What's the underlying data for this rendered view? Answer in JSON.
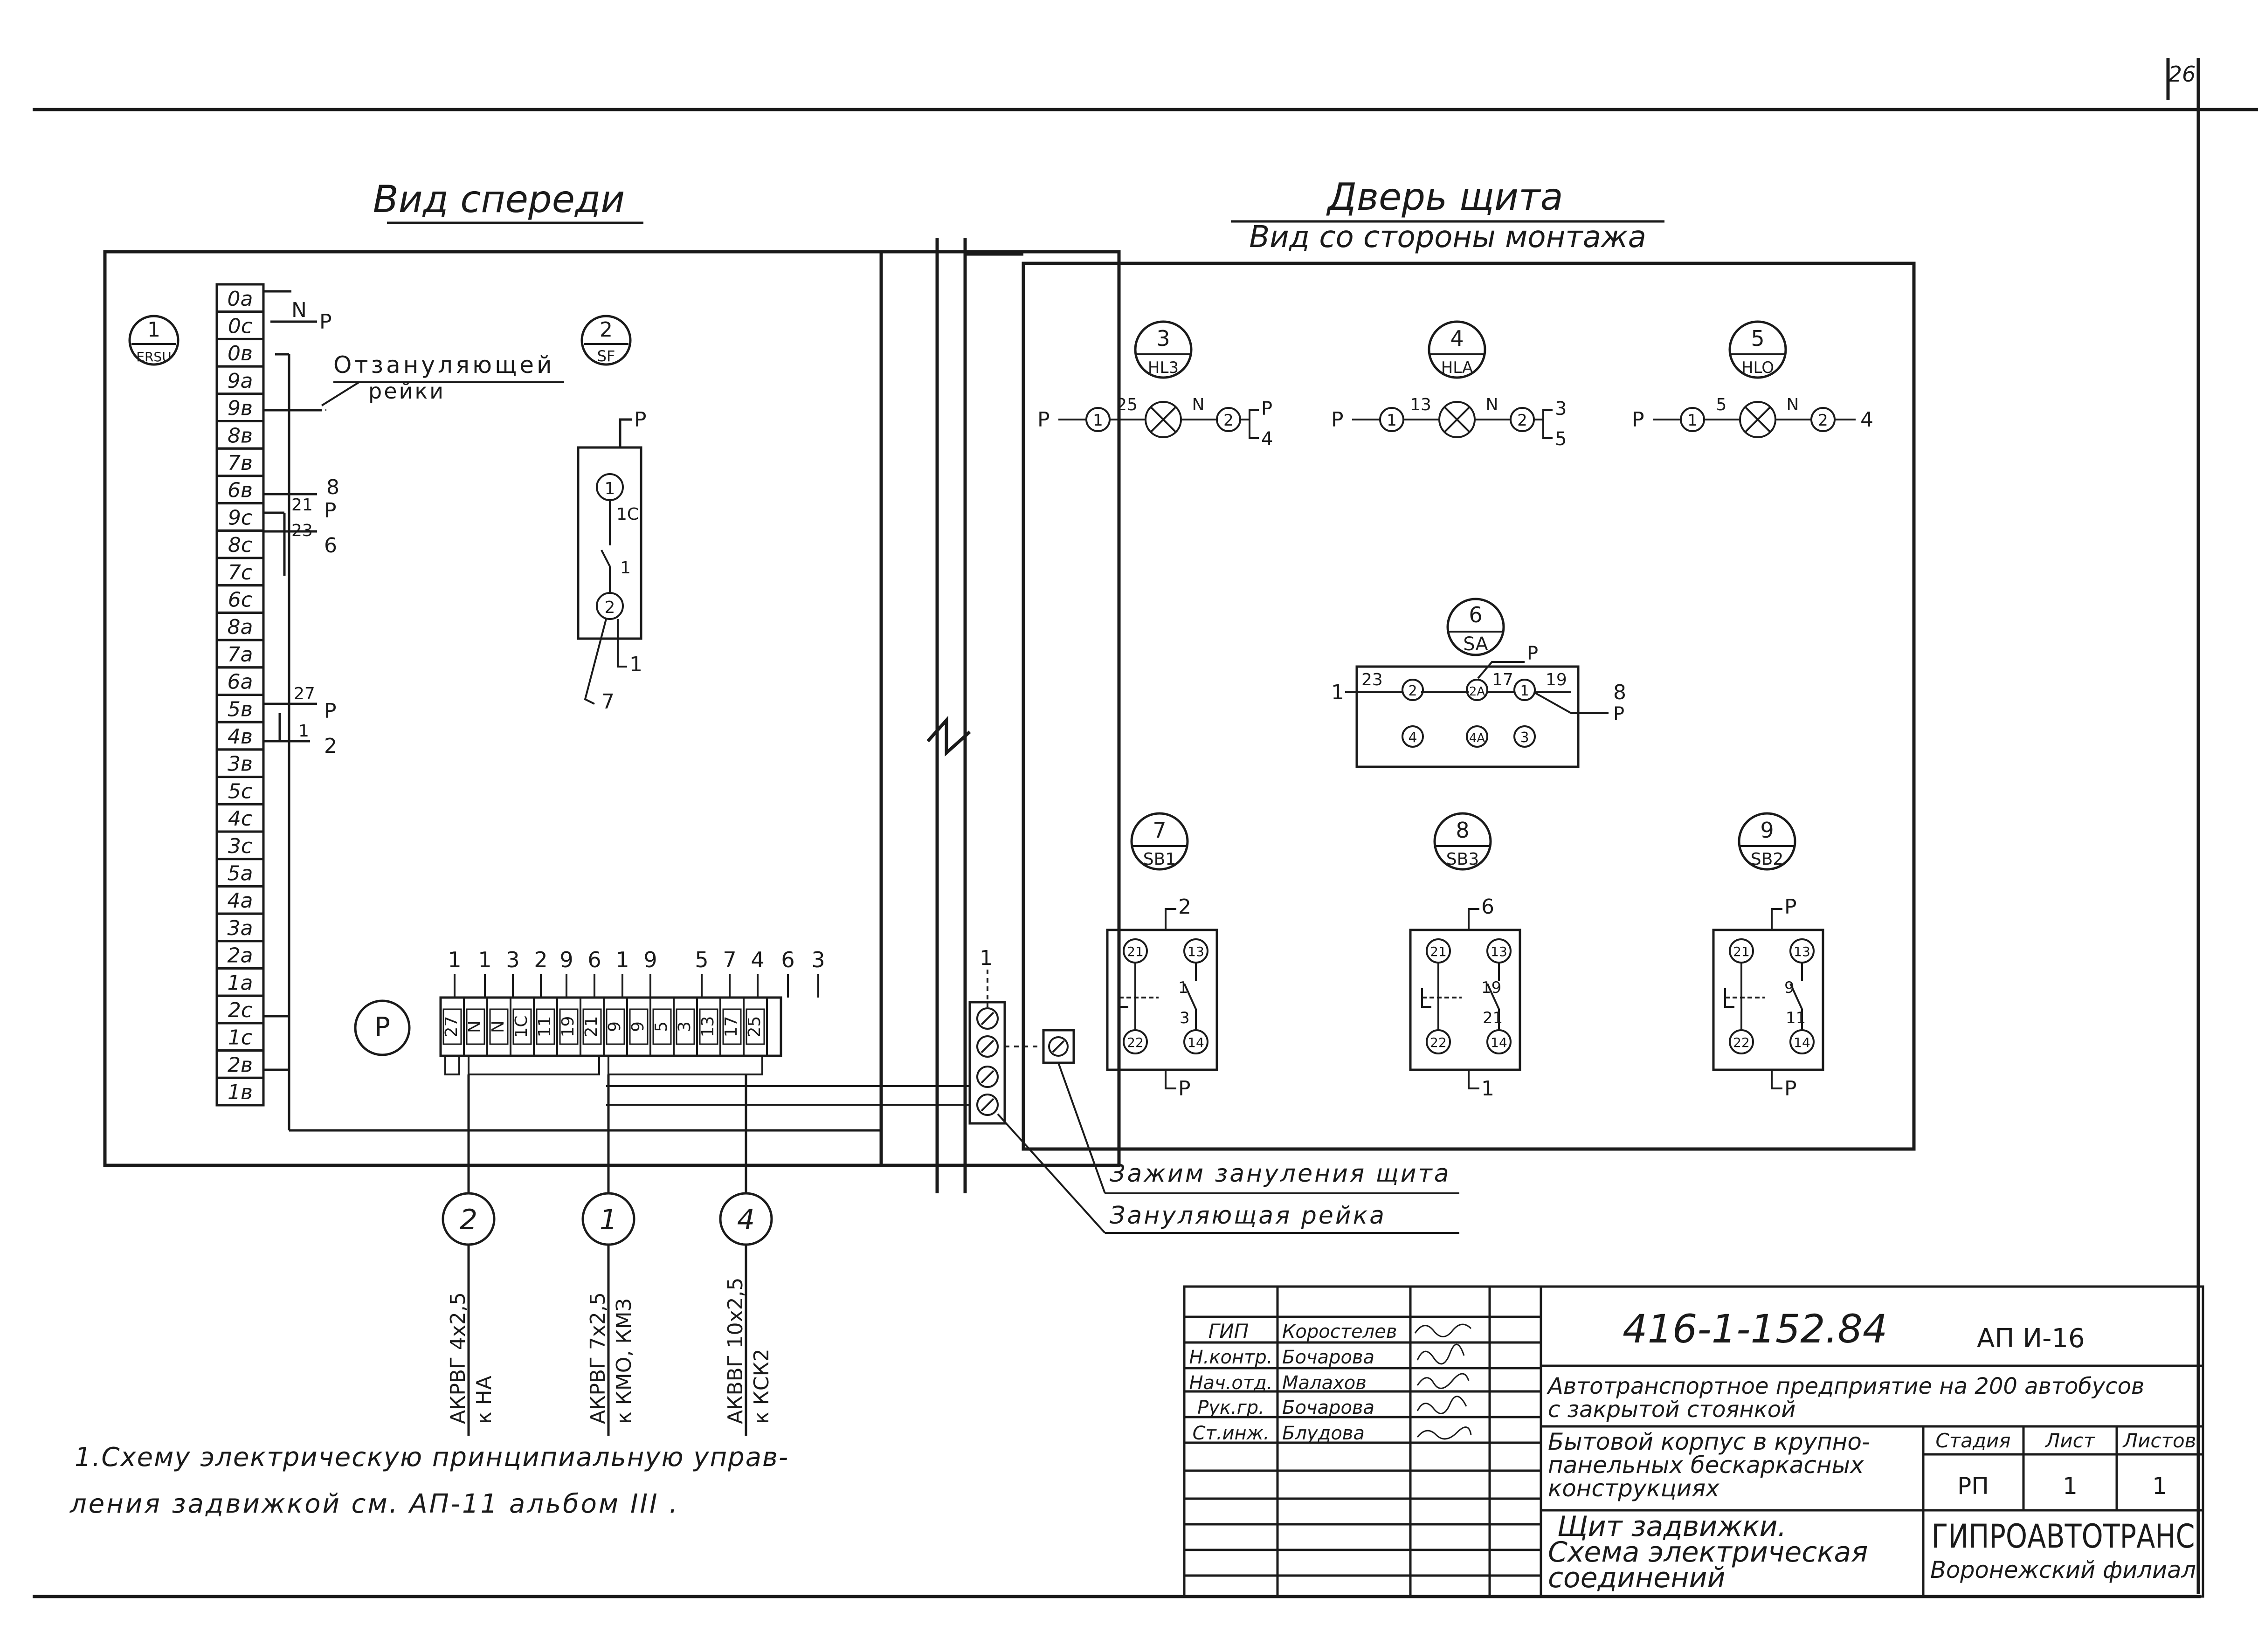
{
  "sheet": {
    "page_no": "26"
  },
  "front_view": {
    "title": "Вид спереди",
    "rail_label_1": "Отзануляющей",
    "rail_label_2": "рейки",
    "e1": {
      "num": "1",
      "code": "ERSU"
    },
    "e2": {
      "num": "2",
      "code": "SF"
    },
    "terminals": [
      "0а",
      "0с",
      "0в",
      "9а",
      "9в",
      "8в",
      "7в",
      "6в",
      "9с",
      "8с",
      "7с",
      "6с",
      "8а",
      "7а",
      "6а",
      "5в",
      "4в",
      "3в",
      "5с",
      "4с",
      "3с",
      "5а",
      "4а",
      "3а",
      "2а",
      "1а",
      "2с",
      "1с",
      "2в",
      "1в"
    ],
    "term_wires": {
      "w1": "N",
      "w2": "P",
      "w3": "8",
      "w4": "21",
      "w5": "P",
      "w6": "23",
      "w7": "6",
      "w8": "27",
      "w9": "P",
      "w10": "1",
      "w11": "2"
    },
    "sf_wires": {
      "top": "P",
      "c1": "1",
      "mid1": "1С",
      "mid2": "1",
      "c2": "2",
      "out1": "1",
      "out2": "7"
    },
    "p_label": "P",
    "strip_top": [
      "1",
      "1",
      "3",
      "2",
      "9",
      "6",
      "1",
      "9",
      "5",
      "7",
      "4",
      "6",
      "3"
    ],
    "strip_cells": [
      "27",
      "N",
      "N",
      "1С",
      "11",
      "19",
      "21",
      "9",
      "9",
      "5",
      "3",
      "13",
      "17",
      "25"
    ],
    "cables": [
      {
        "num": "2",
        "spec": "АКРВГ 4х2,5",
        "dest": "к НА"
      },
      {
        "num": "1",
        "spec": "АКРВГ 7х2,5",
        "dest": "к КМО, КМЗ"
      },
      {
        "num": "4",
        "spec": "АКВВГ 10х2,5",
        "dest": "к КСК2"
      }
    ],
    "pe_top": "1"
  },
  "door": {
    "title": "Дверь щита",
    "subtitle": "Вид со стороны монтажа",
    "lamps": [
      {
        "num": "3",
        "code": "HL3",
        "left": "P",
        "n1": "1",
        "wire": "25",
        "n": "N",
        "n2": "2",
        "out1": "P",
        "out2": "4"
      },
      {
        "num": "4",
        "code": "HLA",
        "left": "P",
        "n1": "1",
        "wire": "13",
        "n": "N",
        "n2": "2",
        "out1": "3",
        "out2": "5"
      },
      {
        "num": "5",
        "code": "HLO",
        "left": "P",
        "n1": "1",
        "wire": "5",
        "n": "N",
        "n2": "2",
        "out1": "4",
        "out2": ""
      }
    ],
    "switch": {
      "num": "6",
      "code": "SA",
      "left": "1",
      "w23": "23",
      "c2": "2",
      "c2a": "2А",
      "w17": "17",
      "c1": "1",
      "w19": "19",
      "top_p": "P",
      "r8": "8",
      "rp": "P",
      "c4": "4",
      "c4a": "4А",
      "c3": "3"
    },
    "buttons": [
      {
        "num": "7",
        "code": "SB1",
        "top": "2",
        "bottom": "P",
        "c21": "21",
        "c13": "13",
        "c22": "22",
        "c14": "14",
        "w1": "1",
        "w2": "3",
        "w3": ""
      },
      {
        "num": "8",
        "code": "SB3",
        "top": "6",
        "bottom": "1",
        "c21": "21",
        "c13": "13",
        "c22": "22",
        "c14": "14",
        "w1": "19",
        "w2": "21",
        "w3": ""
      },
      {
        "num": "9",
        "code": "SB2",
        "top": "P",
        "bottom": "P",
        "c21": "21",
        "c13": "13",
        "c22": "22",
        "c14": "14",
        "w1": "9",
        "w2": "11",
        "w3": ""
      }
    ],
    "clamp_label": "Зажим зануления щита",
    "rail_label": "Зануляющая рейка"
  },
  "note": {
    "line1": "1.Схему электрическую принципиальную управ-",
    "line2": "ления задвижкой см. АП-11  альбом III ."
  },
  "title_block": {
    "doc_code": "416-1-152.84",
    "sheet_code": "АП И-16",
    "roles": [
      "ГИП",
      "Н.контр.",
      "Нач.отд.",
      "Рук.гр.",
      "Ст.инж."
    ],
    "names": [
      "Коростелев",
      "Бочарова",
      "Малахов",
      "Бочарова",
      "Блудова"
    ],
    "project_1": "Автотранспортное предприятие на 200 автобусов",
    "project_2": "с закрытой  стоянкой",
    "building_1": "Бытовой корпус в крупно-",
    "building_2": "панельных бескаркасных",
    "building_3": "конструкциях",
    "stage_h": "Стадия",
    "sheet_h": "Лист",
    "sheets_h": "Листов",
    "stage": "РП",
    "sheet": "1",
    "sheets": "1",
    "drawing_1": "Щит задвижки.",
    "drawing_2": "Схема электрическая",
    "drawing_3": "соединений",
    "org": "ГИПРОАВТОТРАНС",
    "branch": "Воронежский филиал"
  }
}
